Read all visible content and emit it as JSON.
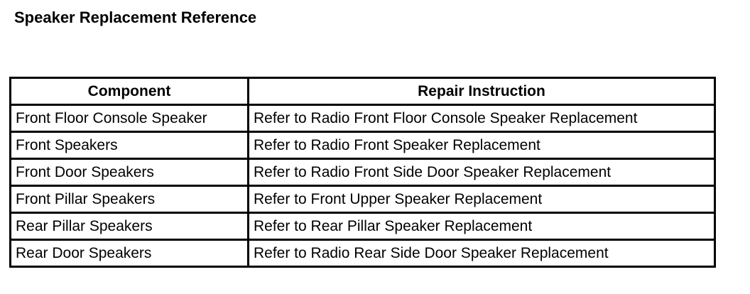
{
  "title": "Speaker Replacement Reference",
  "table": {
    "headers": {
      "component": "Component",
      "instruction": "Repair Instruction"
    },
    "rows": [
      {
        "component": "Front Floor Console Speaker",
        "instruction": "Refer to Radio Front Floor Console Speaker Replacement"
      },
      {
        "component": "Front Speakers",
        "instruction": "Refer to Radio Front Speaker Replacement"
      },
      {
        "component": "Front Door Speakers",
        "instruction": "Refer to Radio Front Side Door Speaker Replacement"
      },
      {
        "component": "Front Pillar Speakers",
        "instruction": "Refer to Front Upper Speaker Replacement"
      },
      {
        "component": "Rear Pillar Speakers",
        "instruction": "Refer to Rear Pillar Speaker Replacement"
      },
      {
        "component": "Rear Door Speakers",
        "instruction": "Refer to Radio Rear Side Door Speaker Replacement"
      }
    ]
  }
}
